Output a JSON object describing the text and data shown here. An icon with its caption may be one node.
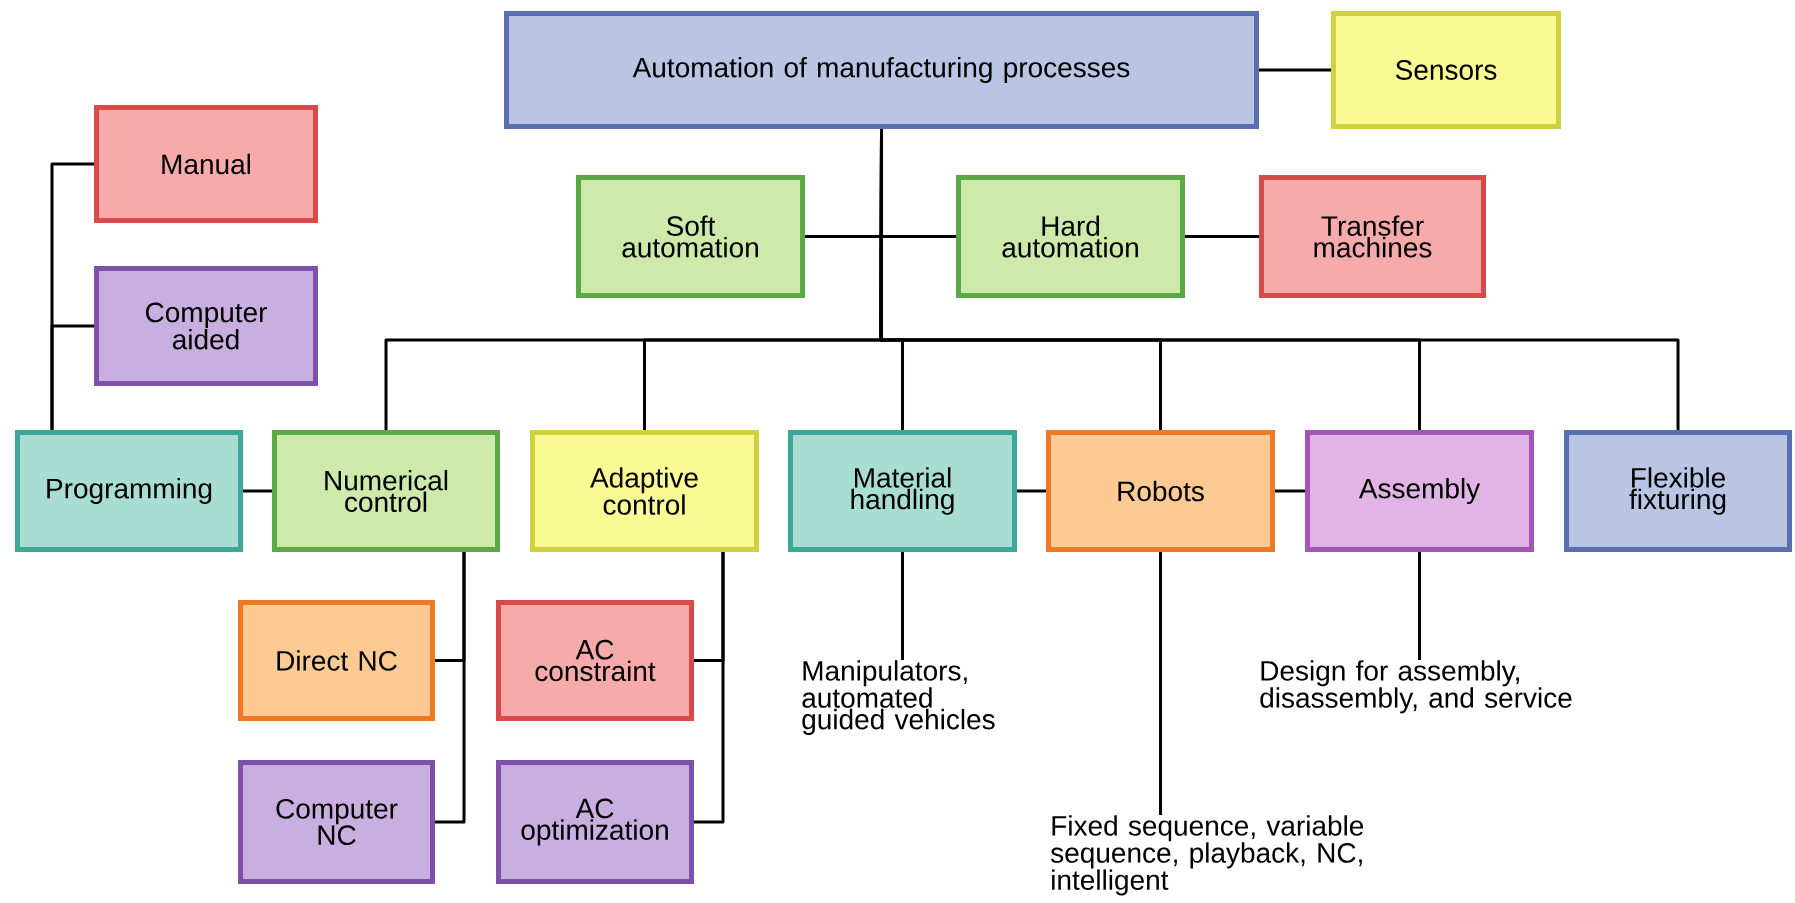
{
  "diagram": {
    "nodes": [
      {
        "text": [
          "Automation of manufacturing processes"
        ]
      },
      {
        "text": [
          "Sensors"
        ]
      },
      {
        "text": [
          "Manual"
        ]
      },
      {
        "text": [
          "Soft automation"
        ]
      },
      {
        "text": [
          "Hard automation"
        ]
      },
      {
        "text": [
          "Transfer machines"
        ]
      },
      {
        "text": [
          "Computer aided"
        ]
      },
      {
        "text": [
          "Programming"
        ]
      },
      {
        "text": [
          "Numerical control"
        ]
      },
      {
        "text": [
          "Adaptive control"
        ]
      },
      {
        "text": [
          "Material handling"
        ]
      },
      {
        "text": [
          "Robots"
        ]
      },
      {
        "text": [
          "Assembly"
        ]
      },
      {
        "text": [
          "Flexible fixturing"
        ]
      },
      {
        "text": [
          "Direct NC"
        ]
      },
      {
        "text": [
          "AC constraint"
        ]
      },
      {
        "text": [
          "Manipulators, automated guided vehicles"
        ]
      },
      {
        "text": [
          "Design for assembly, disassembly, and service"
        ]
      },
      {
        "text": [
          "Computer NC"
        ]
      },
      {
        "text": [
          "AC optimization"
        ]
      },
      {
        "text": [
          "Fixed sequence, variable sequence, playback, NC, intelligent"
        ]
      }
    ],
    "edges": [
      {
        "from": 0,
        "to": 1,
        "arrow": "none"
      },
      {
        "from": 0,
        "to": 3,
        "arrow": "none"
      },
      {
        "from": 0,
        "to": 4,
        "arrow": "none"
      },
      {
        "from": 4,
        "to": 5,
        "arrow": "none"
      },
      {
        "from": 0,
        "to": 8,
        "arrow": "none"
      },
      {
        "from": 0,
        "to": 9,
        "arrow": "none"
      },
      {
        "from": 0,
        "to": 10,
        "arrow": "none"
      },
      {
        "from": 0,
        "to": 11,
        "arrow": "none"
      },
      {
        "from": 0,
        "to": 12,
        "arrow": "none"
      },
      {
        "from": 0,
        "to": 13,
        "arrow": "none"
      },
      {
        "from": 7,
        "to": 2,
        "arrow": "none"
      },
      {
        "from": 7,
        "to": 6,
        "arrow": "none"
      },
      {
        "from": 7,
        "to": 8,
        "arrow": "none"
      },
      {
        "from": 8,
        "to": 14,
        "arrow": "none"
      },
      {
        "from": 8,
        "to": 18,
        "arrow": "none"
      },
      {
        "from": 9,
        "to": 15,
        "arrow": "none"
      },
      {
        "from": 9,
        "to": 19,
        "arrow": "none"
      },
      {
        "from": 10,
        "to": 11,
        "arrow": "none"
      },
      {
        "from": 11,
        "to": 12,
        "arrow": "none"
      },
      {
        "from": 10,
        "to": 16,
        "arrow": "none"
      },
      {
        "from": 11,
        "to": 20,
        "arrow": "none"
      },
      {
        "from": 12,
        "to": 17,
        "arrow": "none"
      }
    ]
  }
}
